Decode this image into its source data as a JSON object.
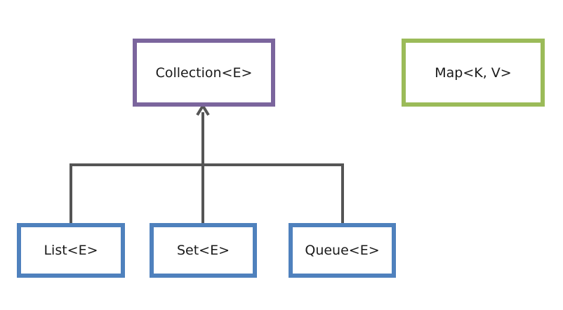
{
  "nodes": {
    "collection": "Collection<E>",
    "map": "Map<K, V>",
    "list": "List<E>",
    "set": "Set<E>",
    "queue": "Queue<E>"
  },
  "colors": {
    "collection_border": "#7b659d",
    "map_border": "#9bbb59",
    "subtype_border": "#4f81bd",
    "connector": "#555555"
  }
}
